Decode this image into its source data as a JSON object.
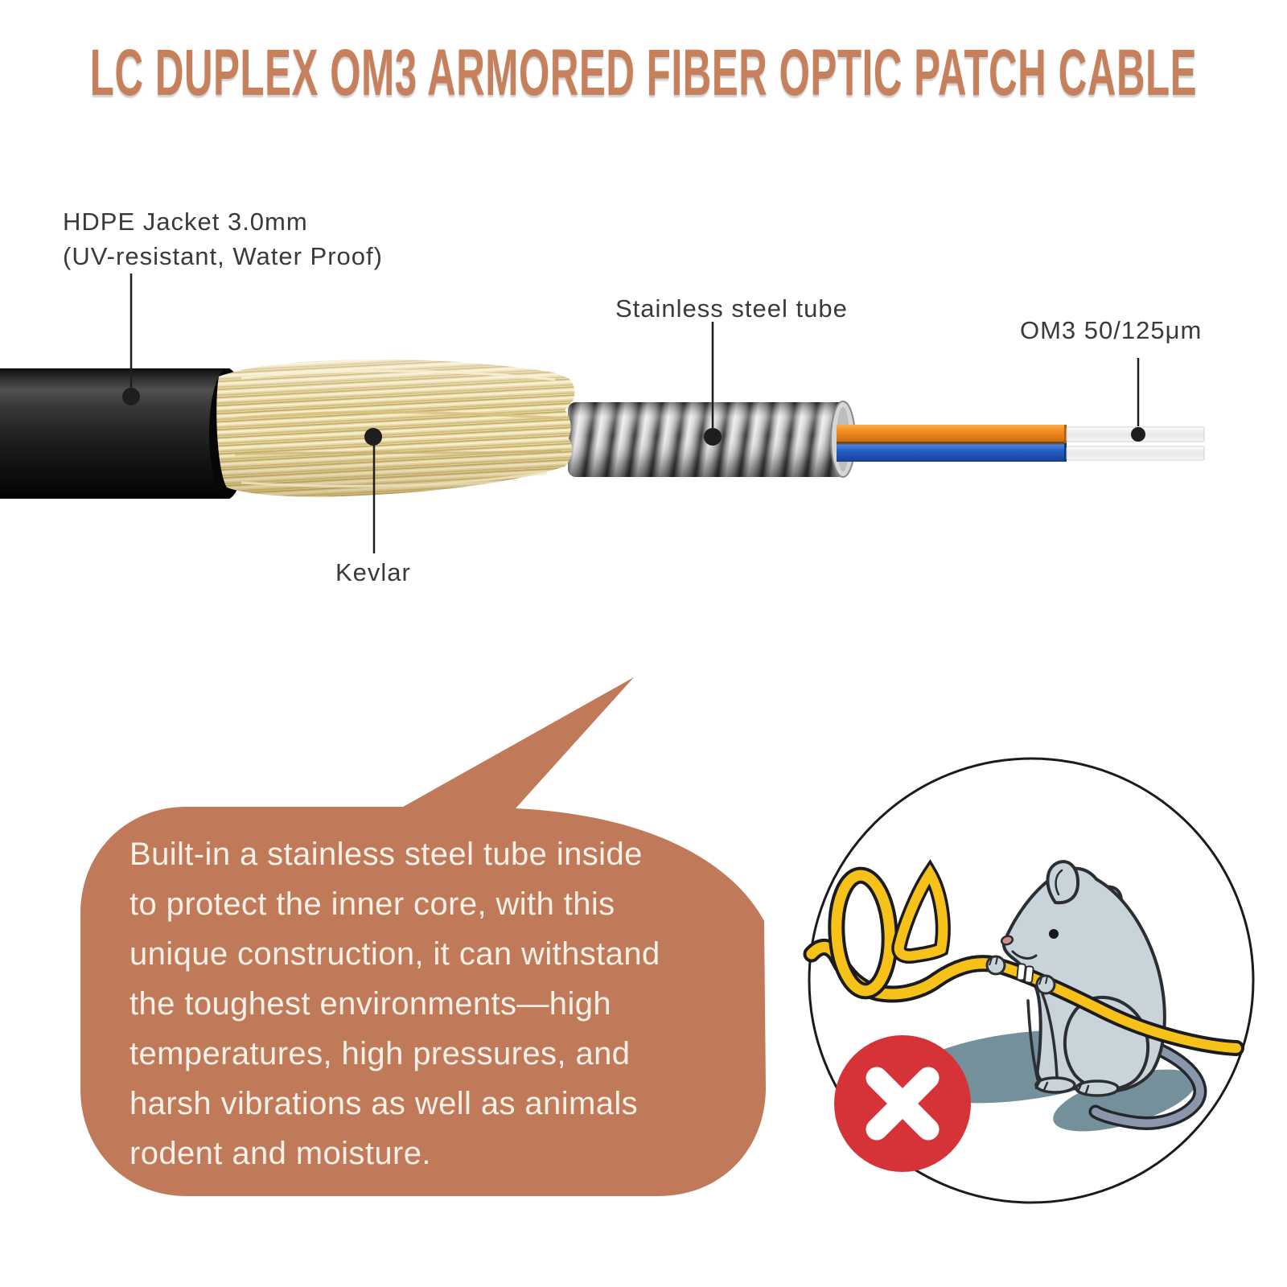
{
  "title": "LC DUPLEX OM3 ARMORED FIBER OPTIC PATCH CABLE",
  "callouts": {
    "jacket": {
      "line1": "HDPE Jacket 3.0mm",
      "line2": "(UV-resistant, Water Proof)"
    },
    "kevlar": {
      "label": "Kevlar"
    },
    "steel_tube": {
      "label": "Stainless steel tube"
    },
    "fiber": {
      "label": "OM3 50/125μm"
    }
  },
  "bubble": {
    "lines": [
      "Built-in a stainless steel tube inside",
      "to protect the inner core, with this",
      "unique construction, it can withstand",
      "the toughest environments—high",
      "temperatures, high pressures, and",
      "harsh vibrations as well as animals",
      "rodent and moisture."
    ]
  },
  "illustration": {
    "no_symbol_icon": "x-circle"
  },
  "colors": {
    "title_color": "#c6805c",
    "bubble_fill": "#c07a5a",
    "bubble_text_color": "#f8f1e8",
    "label_color": "#3a3a3a",
    "no_symbol_red": "#d53338",
    "cable_yellow": "#f6c21a",
    "mouse_gray": "#c9d3da",
    "shadow_teal": "#74909a"
  }
}
